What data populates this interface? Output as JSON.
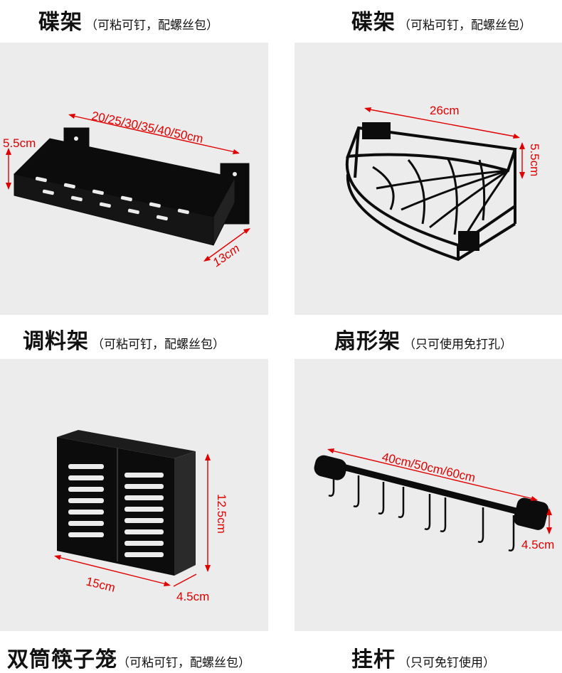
{
  "cells": [
    {
      "title": "碟架",
      "subtitle": "（可粘可钉，配螺丝包）",
      "product_icon": "spice-rack-icon",
      "dims": [
        "20/25/30/35/40/50cm",
        "5.5cm",
        "13cm"
      ]
    },
    {
      "title": "碟架",
      "subtitle": "（可粘可钉，配螺丝包）",
      "product_icon": "corner-rack-icon",
      "dims": [
        "26cm",
        "5.5cm"
      ]
    },
    {
      "title": "调料架",
      "subtitle": "（可粘可钉，配螺丝包）",
      "product_icon": "chopstick-holder-icon",
      "dims": [
        "12.5cm",
        "15cm",
        "4.5cm"
      ]
    },
    {
      "title": "扇形架",
      "subtitle": "（只可使用免打孔）",
      "product_icon": "hanging-rail-icon",
      "dims": [
        "40cm/50cm/60cm",
        "4.5cm"
      ]
    },
    {
      "title": "双筒筷子笼",
      "subtitle": "（可粘可钉，配螺丝包）"
    },
    {
      "title": "挂杆",
      "subtitle": "（只可免钉使用）"
    }
  ],
  "colors": {
    "panel_bg": "#ececec",
    "dimension": "#e00000",
    "product": "#0c0c0c"
  }
}
